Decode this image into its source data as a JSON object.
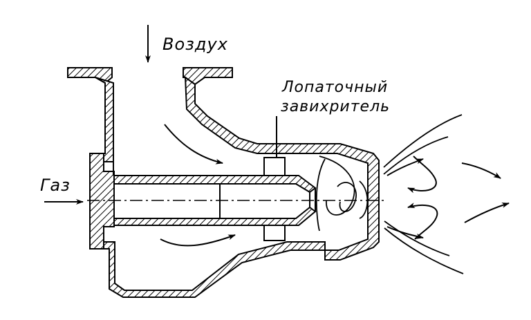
{
  "labels": {
    "air": "Воздух",
    "gas": "Газ",
    "swirler_line1": "Лопаточный",
    "swirler_line2": "завихритель"
  },
  "colors": {
    "ink": "#000000",
    "paper": "#ffffff"
  }
}
